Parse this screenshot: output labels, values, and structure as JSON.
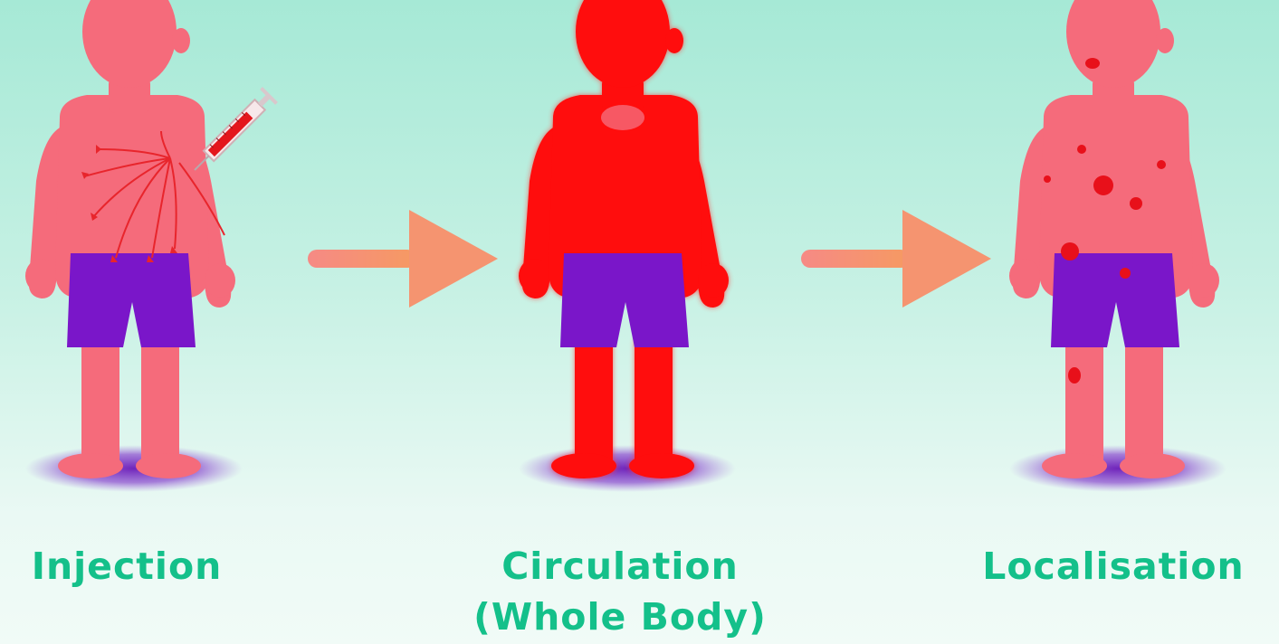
{
  "stages": [
    {
      "label": "Injection",
      "figure": "body-with-syringe-and-spread-arrows"
    },
    {
      "label": "Circulation\n(Whole Body)",
      "label_line1": "Circulation",
      "label_line2": "(Whole Body)",
      "figure": "body-fully-red"
    },
    {
      "label": "Localisation",
      "figure": "body-with-red-spots"
    }
  ],
  "colors": {
    "background_top": "#a6e9d6",
    "background_bottom": "#f1fbf7",
    "skin": "#f56b7b",
    "shorts": "#7a16c9",
    "circulation_red": "#ff0d0d",
    "arrow": "#f47f6f",
    "label_text": "#14c08a",
    "shadow": "#6a1ab8"
  },
  "icons": [
    "syringe-icon",
    "flow-arrow-icon"
  ]
}
